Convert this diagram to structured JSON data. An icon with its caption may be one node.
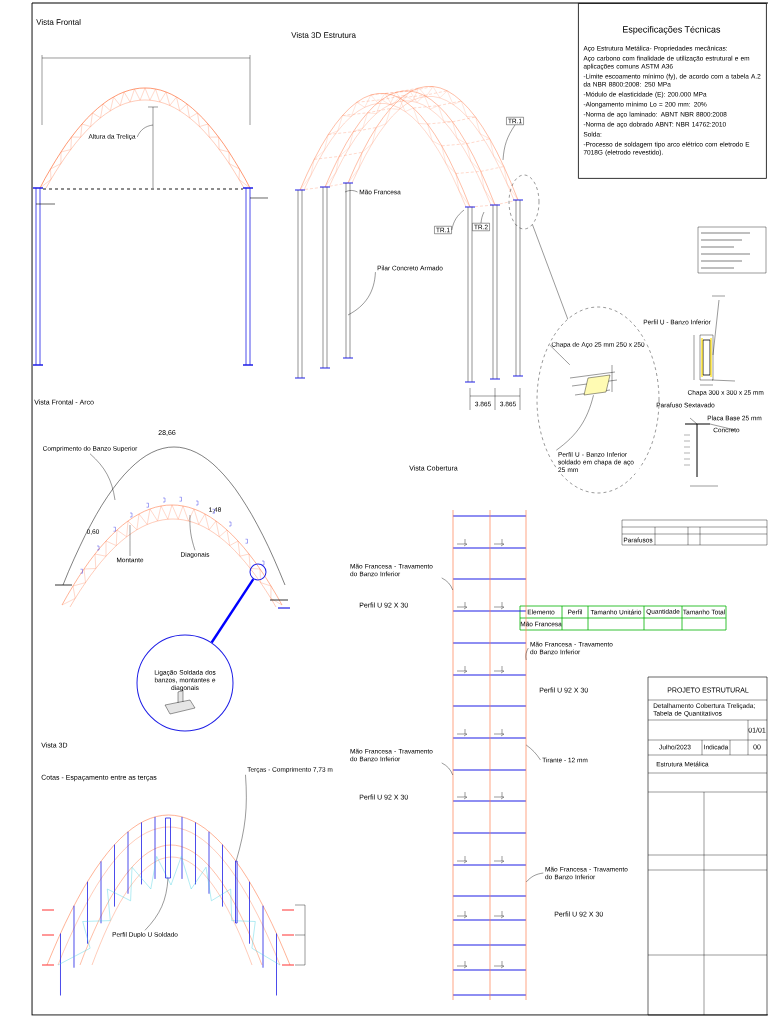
{
  "diagram": {
    "nodes": [
      {
        "text": [
          "Especificações Técnicas",
          "Aço Estrutura Metálica- Propriedades mecânicas:",
          "Aço carbono com finalidade de utilização estrutural e em aplicações comuns ASTM A36",
          "-Limite escoamento mínimo (fy), de acordo com a tabela A.2 da NBR 8800:2008: 250 MPa",
          "-Módulo de elasticidade (E): 200.000 MPa",
          "-Alongamento mínimo Lo = 200 mm: 20%",
          "-Norma de aço laminado: ABNT NBR 8800:2008",
          "-Norma de aço dobrado ABNT: NBR 14762:2010",
          "Solda:",
          "-Processo de soldagem tipo arco elétrico com eletrodo E 7018G (eletrodo revestido)."
        ]
      },
      {
        "text": [
          "Altura da Treliça"
        ]
      },
      {
        "text": [
          "Mão Francesa"
        ]
      },
      {
        "text": [
          "Pilar Concreto Armado"
        ]
      },
      {
        "text": [
          "TR.1"
        ]
      },
      {
        "text": [
          "TR.1"
        ]
      },
      {
        "text": [
          "TR.2"
        ]
      },
      {
        "text": [],
        "shape": "circle"
      },
      {
        "text": [],
        "shape": "circle"
      },
      {
        "text": [
          "Chapa de Aço 25 mm 250 x 250"
        ],
        "in": 8
      },
      {
        "text": [
          "Perfil U - Banzo Inferior soldado em chapa de aço 25 mm"
        ],
        "in": 8
      },
      {
        "text": [
          "Comprimento do Banzo Superior"
        ]
      },
      {
        "text": [
          "Montante"
        ]
      },
      {
        "text": [
          "Diagonais"
        ]
      },
      {
        "text": [],
        "shape": "circle"
      },
      {
        "text": [
          "Ligação Soldada dos banzos, montantes e diagonais"
        ]
      },
      {
        "text": [
          "Mão Francesa - Travamento do Banzo Inferior"
        ]
      },
      {
        "text": [
          "Mão Francesa - Travamento do Banzo Inferior"
        ]
      },
      {
        "text": [
          "Mão Francesa - Travamento do Banzo Inferior"
        ]
      },
      {
        "text": [
          "Mão Francesa - Travamento do Banzo Inferior"
        ]
      },
      {
        "text": [
          "Tirante - 12 mm"
        ]
      },
      {
        "text": [
          "Terças - Comprimento 7,73 m"
        ]
      },
      {
        "text": [],
        "shape": "picture",
        "in": 8
      },
      {
        "text": [],
        "shape": "picture"
      },
      {
        "text": [],
        "shape": "picture"
      },
      {
        "text": [
          "Perfil Duplo U Soldado"
        ],
        "in": 24
      },
      {
        "text": [],
        "shape": "bar",
        "in": 24
      },
      {
        "text": [],
        "shape": "bar",
        "in": 24
      }
    ],
    "edges": [
      {
        "from": 1,
        "to": null,
        "arrow": "none"
      },
      {
        "from": 2,
        "to": null,
        "arrow": "none"
      },
      {
        "from": 3,
        "to": null,
        "arrow": "none"
      },
      {
        "from": 4,
        "to": null,
        "arrow": "none"
      },
      {
        "from": 5,
        "to": null,
        "arrow": "none"
      },
      {
        "from": 6,
        "to": null,
        "arrow": "none"
      },
      {
        "from": 7,
        "to": 8,
        "arrow": "none"
      },
      {
        "from": 9,
        "to": 22,
        "arrow": "none"
      },
      {
        "from": 10,
        "to": 22,
        "arrow": "none"
      },
      {
        "from": 11,
        "to": null,
        "arrow": "none"
      },
      {
        "from": 12,
        "to": null,
        "arrow": "none"
      },
      {
        "from": 13,
        "to": null,
        "arrow": "none"
      },
      {
        "from": 14,
        "to": 15,
        "arrow": "none",
        "style": "thick",
        "color": "#0000ff"
      },
      {
        "from": 16,
        "to": 23,
        "arrow": "none"
      },
      {
        "from": 17,
        "to": 23,
        "arrow": "none"
      },
      {
        "from": 18,
        "to": 23,
        "arrow": "none"
      },
      {
        "from": 19,
        "to": 23,
        "arrow": "none"
      },
      {
        "from": 20,
        "to": 23,
        "arrow": "none"
      },
      {
        "from": 21,
        "to": 27,
        "arrow": "none"
      },
      {
        "from": 25,
        "to": 26,
        "arrow": "none"
      }
    ],
    "labels": [
      "Vista Frontal",
      "Vista 3D Estrutura",
      "Vista Frontal - Arco",
      "3.865",
      "3.865",
      "28,66",
      "0,60",
      "1,48",
      "Vista Cobertura",
      "Parafusos",
      "Perfil U - Banzo Inferior",
      "Chapa 300 x 300 x 25 mm",
      "Parafuso Sextavado",
      "Placa Base 25 mm",
      "Concreto",
      "Perfil U 92 X 30",
      "Elemento",
      "Perfil",
      "Tamanho Unitário",
      "Quantidade",
      "Tamanho Total",
      "Mão Francesa",
      "Perfil U 92 X 30",
      "PROJETO ESTRUTURAL",
      "Detalhamento Cobertura Treliçada; Tabela de Quantitativos",
      "01/01",
      "Julho/2023",
      "Indicada",
      "00",
      "Estrutura Metálica",
      "Vista 3D",
      "Cotas - Espaçamento entre as terças",
      "Perfil U 92 X 30",
      "Perfil U 92 X 30"
    ]
  }
}
